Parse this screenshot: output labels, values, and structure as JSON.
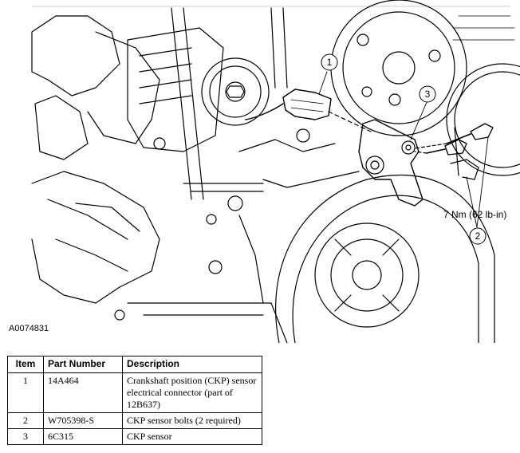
{
  "figure": {
    "id_label": "A0074831",
    "torque_label": "7 Nm (62 lb-in)",
    "callouts": [
      {
        "num": "1"
      },
      {
        "num": "2"
      },
      {
        "num": "3"
      }
    ]
  },
  "table": {
    "headers": {
      "item": "Item",
      "part_number": "Part Number",
      "description": "Description"
    },
    "rows": [
      {
        "item": "1",
        "part_number": "14A464",
        "description": "Crankshaft position (CKP) sensor electrical connector (part of 12B637)"
      },
      {
        "item": "2",
        "part_number": "W705398-S",
        "description": "CKP sensor bolts (2 required)"
      },
      {
        "item": "3",
        "part_number": "6C315",
        "description": "CKP sensor"
      }
    ]
  }
}
